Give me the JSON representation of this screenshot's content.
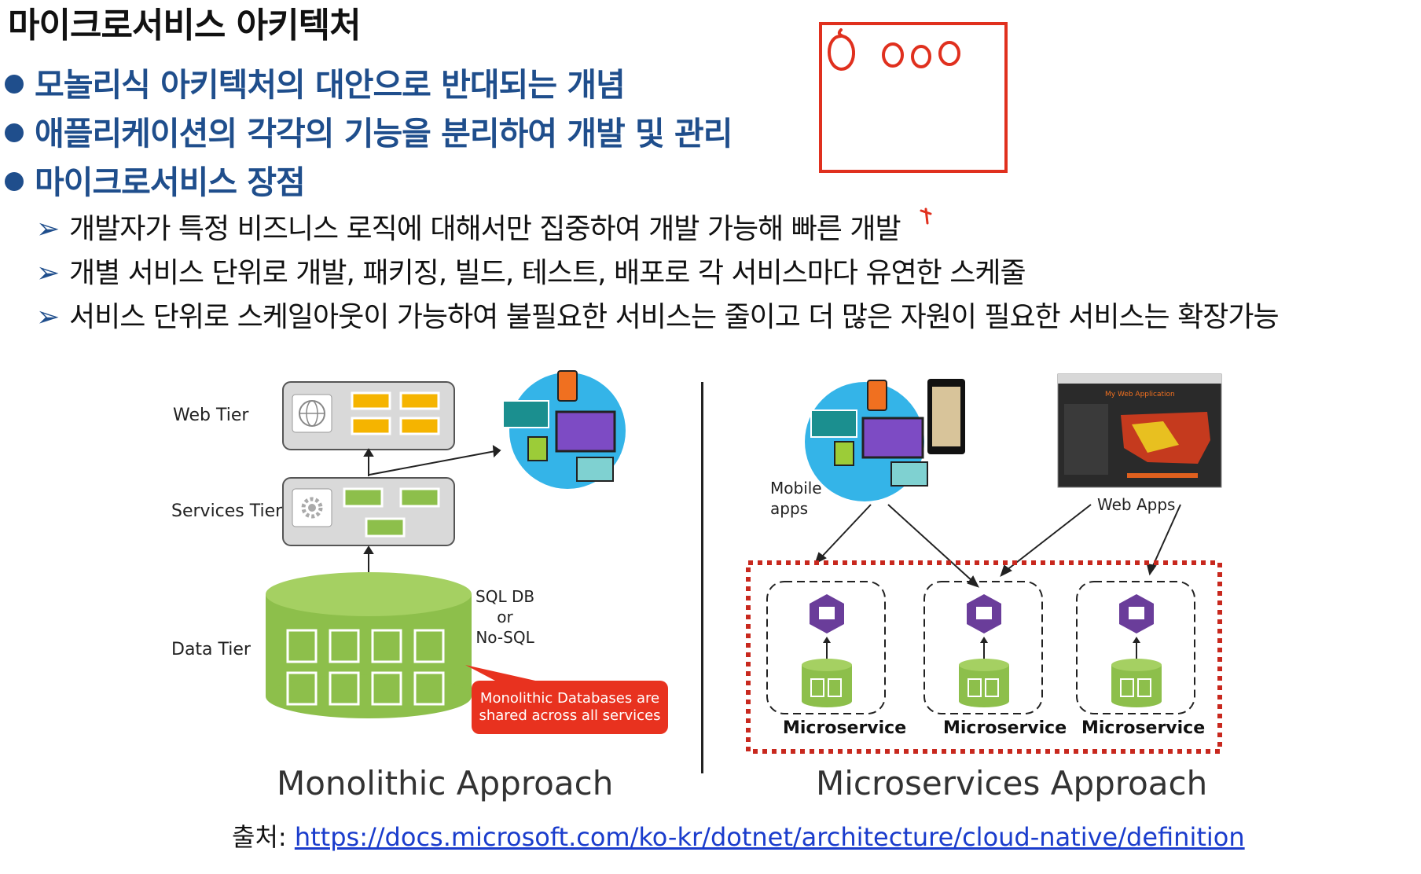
{
  "title": "마이크로서비스 아키텍처",
  "bullets": [
    "모놀리식 아키텍처의 대안으로 반대되는 개념",
    "애플리케이션의 각각의 기능을 분리하여 개발 및 관리",
    "마이크로서비스 장점"
  ],
  "sub_bullets": [
    "개발자가 특정 비즈니스 로직에 대해서만 집중하여 개발 가능해 빠른 개발",
    "개별 서비스 단위로 개발, 패키징, 빌드, 테스트, 배포로 각 서비스마다 유연한 스케줄",
    "서비스 단위로 스케일아웃이 가능하여 불필요한 서비스는 줄이고 더 많은 자원이 필요한 서비스는 확장가능"
  ],
  "handwriting": "Oooo",
  "monolithic": {
    "web_tier": "Web Tier",
    "services_tier": "Services Tier",
    "data_tier": "Data Tier",
    "db_label_1": "SQL DB",
    "db_label_2": "or",
    "db_label_3": "No-SQL",
    "callout_1": "Monolithic Databases are",
    "callout_2": "shared across all services",
    "caption": "Monolithic Approach"
  },
  "microservices": {
    "mobile_1": "Mobile",
    "mobile_2": "apps",
    "web_apps": "Web Apps",
    "service_label": "Microservice",
    "screenshot_title": "My Web Application",
    "caption": "Microservices Approach"
  },
  "source": {
    "prefix": "출처:",
    "url": "https://docs.microsoft.com/ko-kr/dotnet/architecture/cloud-native/definition"
  },
  "colors": {
    "heading_blue": "#1f4e8c",
    "annotation_red": "#e0301e",
    "db_green": "#8dbf4b",
    "service_purple": "#6a3d9a",
    "tier_gray": "#d9d9d9"
  }
}
